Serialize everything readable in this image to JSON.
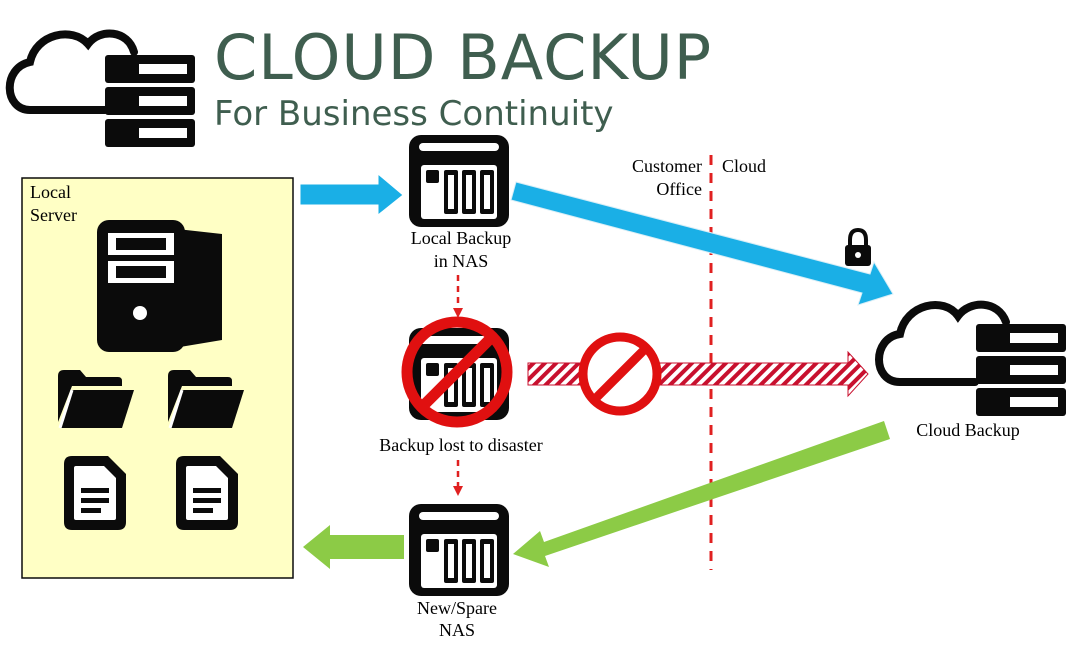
{
  "header": {
    "title": "CLOUD BACKUP",
    "subtitle": "For Business Continuity"
  },
  "zones": {
    "left_label_line1": "Customer",
    "left_label_line2": "Office",
    "right_label": "Cloud"
  },
  "nodes": {
    "local_server": {
      "label_line1": "Local",
      "label_line2": "Server"
    },
    "local_nas": {
      "label_line1": "Local Backup",
      "label_line2": "in NAS"
    },
    "lost_nas": {
      "label": "Backup lost to disaster"
    },
    "cloud_backup": {
      "label": "Cloud Backup"
    },
    "spare_nas": {
      "label_line1": "New/Spare",
      "label_line2": "NAS"
    }
  },
  "colors": {
    "title": "#3f5e4f",
    "upload_arrow": "#1aafe6",
    "restore_arrow": "#8ccb46",
    "server_panel": "#ffffc5",
    "divider": "#e02020",
    "prohibited": "#e01010",
    "icon": "#0b0b0b"
  },
  "icons": {
    "header_logo": "cloud-server-icon",
    "lock": "lock-icon",
    "prohibited": "prohibited-icon"
  }
}
